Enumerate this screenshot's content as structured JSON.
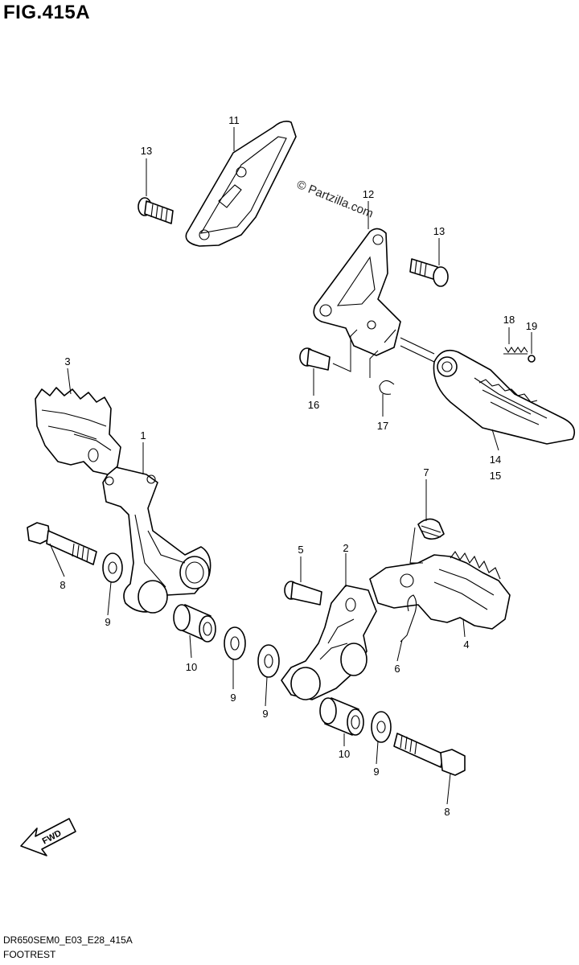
{
  "figure": {
    "title": "FIG.415A",
    "code": "DR650SEM0_E03_E28_415A",
    "caption": "FOOTREST",
    "watermark": "© Partzilla.com",
    "fwd_label": "FWD"
  },
  "callouts": [
    "1",
    "2",
    "3",
    "4",
    "5",
    "6",
    "7",
    "8",
    "8",
    "9",
    "9",
    "9",
    "9",
    "10",
    "10",
    "11",
    "12",
    "13",
    "13",
    "14",
    "15",
    "16",
    "17",
    "18",
    "19"
  ]
}
